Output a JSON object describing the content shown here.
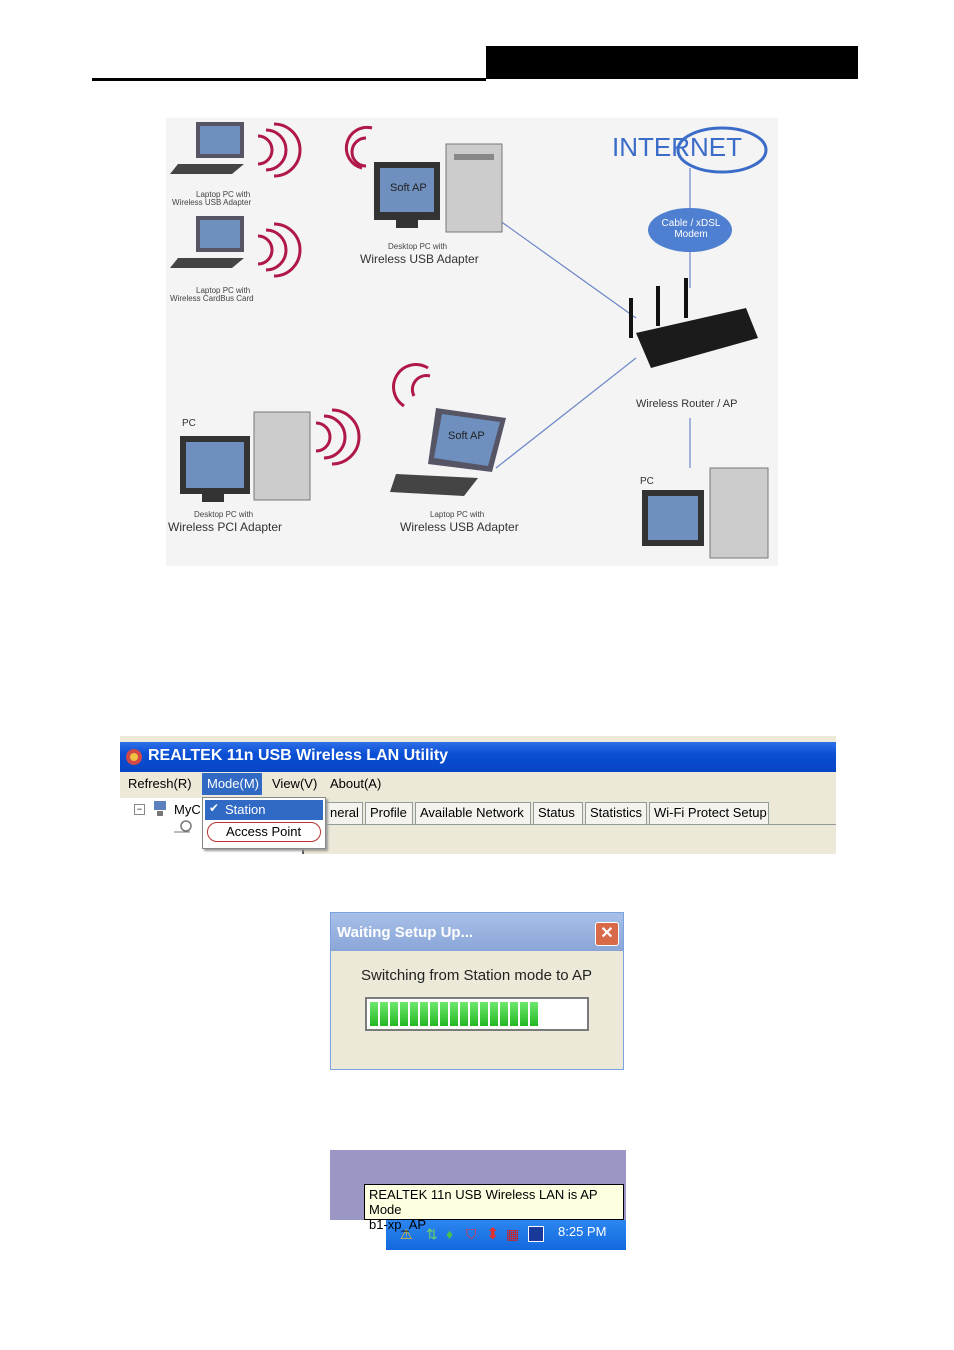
{
  "diagram": {
    "internet_label": "INTERNET",
    "modem_label": "Cable / xDSL Modem",
    "router_label": "Wireless Router / AP",
    "softap_label": "Soft AP",
    "laptop1_small": "Laptop PC with",
    "laptop1_sub": "Wireless USB Adapter",
    "laptop2_small": "Laptop PC with",
    "laptop2_sub": "Wireless CardBus Card",
    "desktop_top_small": "Desktop PC with",
    "desktop_top_sub": "Wireless USB Adapter",
    "pc_label": "PC",
    "desktop_bottom_small": "Desktop PC with",
    "desktop_bottom_sub": "Wireless PCI Adapter",
    "laptop_bottom_small": "Laptop PC with",
    "laptop_bottom_sub": "Wireless USB Adapter",
    "pc_right_label": "PC"
  },
  "utility": {
    "title": "REALTEK 11n USB Wireless LAN Utility",
    "menu": {
      "refresh": "Refresh(R)",
      "mode": "Mode(M)",
      "view": "View(V)",
      "about": "About(A)"
    },
    "dropdown": {
      "station": "Station",
      "access_point": "Access Point"
    },
    "tree_label": "MyC",
    "tabs": [
      "neral",
      "Profile",
      "Available Network",
      "Status",
      "Statistics",
      "Wi-Fi Protect Setup"
    ]
  },
  "dialog": {
    "title": "Waiting Setup Up...",
    "message": "Switching from Station mode to AP",
    "progress": 0.8
  },
  "tray": {
    "tooltip_line1": "REALTEK 11n USB Wireless LAN is AP Mode",
    "tooltip_line2": "b1-xp_AP",
    "clock": "8:25 PM"
  }
}
